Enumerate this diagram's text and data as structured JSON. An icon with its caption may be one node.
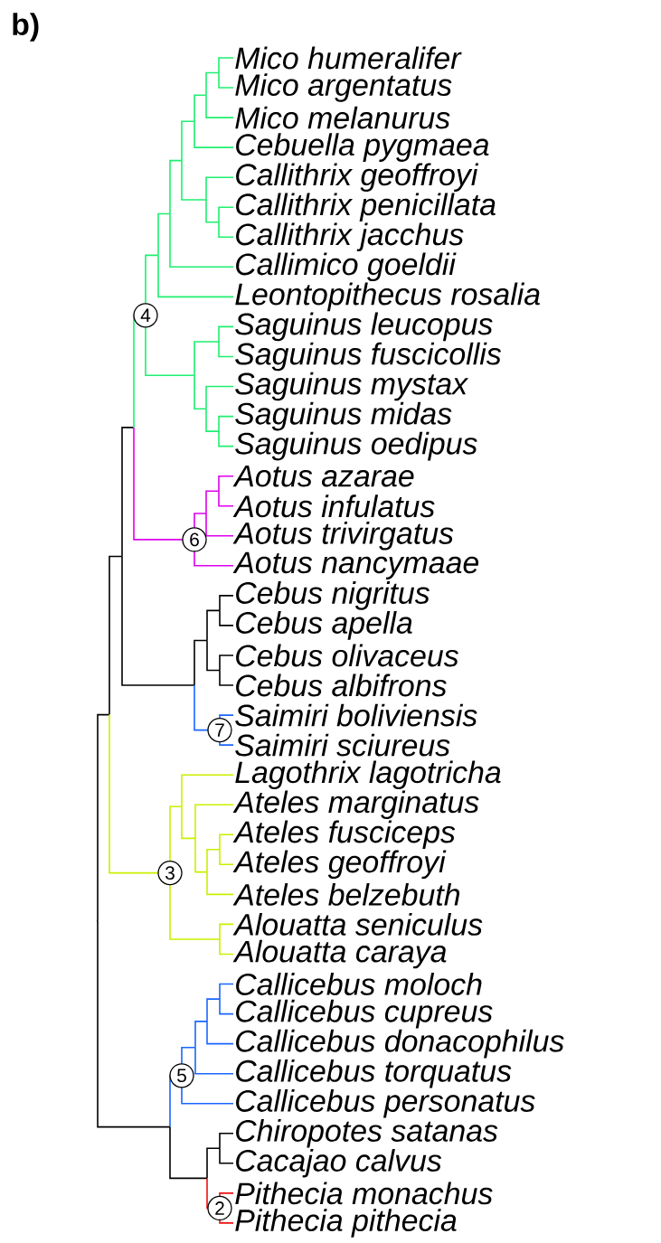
{
  "diagram": {
    "nodes": [
      {
        "text": [
          "4"
        ]
      },
      {
        "text": [
          "6"
        ]
      },
      {
        "text": [
          "7"
        ]
      },
      {
        "text": [
          "3"
        ]
      },
      {
        "text": [
          "5"
        ]
      },
      {
        "text": [
          "2"
        ]
      }
    ],
    "labels": [
      "b)",
      "Mico humeralifer",
      "Mico argentatus",
      "Mico melanurus",
      "Cebuella pygmaea",
      "Callithrix geoffroyi",
      "Callithrix penicillata",
      "Callithrix jacchus",
      "Callimico goeldii",
      "Leontopithecus rosalia",
      "Saguinus leucopus",
      "Saguinus fuscicollis",
      "Saguinus mystax",
      "Saguinus midas",
      "Saguinus oedipus",
      "Aotus azarae",
      "Aotus infulatus",
      "Aotus trivirgatus",
      "Aotus nancymaae",
      "Cebus nigritus",
      "Cebus apella",
      "Cebus olivaceus",
      "Cebus albifrons",
      "Saimiri boliviensis",
      "Saimiri sciureus",
      "Lagothrix lagotricha",
      "Ateles marginatus",
      "Ateles fusciceps",
      "Ateles geoffroyi",
      "Ateles belzebuth",
      "Alouatta seniculus",
      "Alouatta caraya",
      "Callicebus moloch",
      "Callicebus cupreus",
      "Callicebus donacophilus",
      "Callicebus torquatus",
      "Callicebus personatus",
      "Chiropotes satanas",
      "Cacajao calvus",
      "Pithecia monachus",
      "Pithecia pithecia"
    ]
  }
}
